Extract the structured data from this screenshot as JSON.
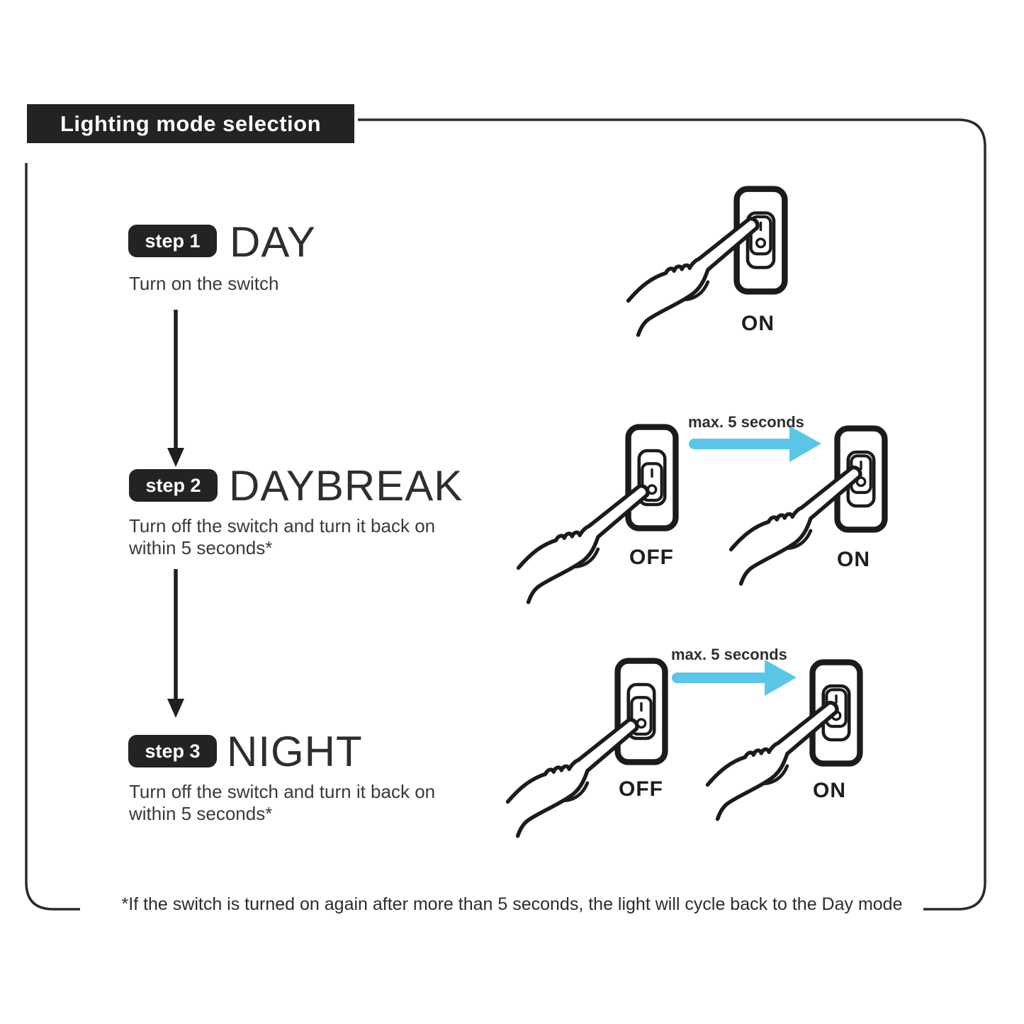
{
  "title": "Lighting mode selection",
  "steps": [
    {
      "badge": "step 1",
      "name": "DAY",
      "desc_line1": "Turn on the switch",
      "desc_line2": ""
    },
    {
      "badge": "step 2",
      "name": "DAYBREAK",
      "desc_line1": "Turn off the switch and turn it back on",
      "desc_line2": "within 5 seconds*"
    },
    {
      "badge": "step 3",
      "name": "NIGHT",
      "desc_line1": "Turn off the switch and turn it back on",
      "desc_line2": "within 5 seconds*"
    }
  ],
  "illustrations": {
    "step1": {
      "state_label": "ON"
    },
    "step2": {
      "arrow_label": "max. 5 seconds",
      "from_label": "OFF",
      "to_label": "ON"
    },
    "step3": {
      "arrow_label": "max. 5 seconds",
      "from_label": "OFF",
      "to_label": "ON"
    }
  },
  "footnote": "*If the switch is turned on again after more than 5 seconds, the light will cycle back to the Day mode",
  "colors": {
    "ink": "#1f1f1f",
    "badge_bg": "#232323",
    "accent_blue": "#5bc6e8",
    "panel_bg": "#ffffff"
  }
}
